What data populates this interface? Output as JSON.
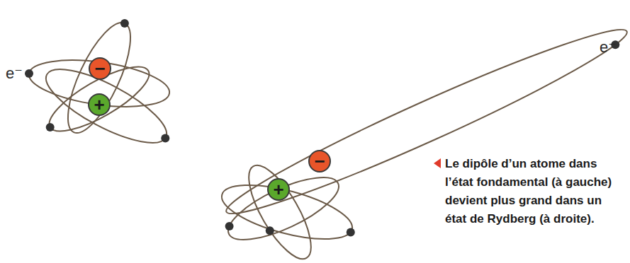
{
  "diagram": {
    "caption": "Le dipôle d’un atome dans l’état fondamental (à gauche) devient plus grand dans un état de Rydberg (à droite).",
    "nodes": [
      {
        "text": [
          "−"
        ]
      },
      {
        "text": [
          "+"
        ]
      },
      {
        "text": [
          "−"
        ]
      },
      {
        "text": [
          "+"
        ]
      }
    ],
    "labels": [
      "e⁻",
      "e⁻"
    ]
  }
}
